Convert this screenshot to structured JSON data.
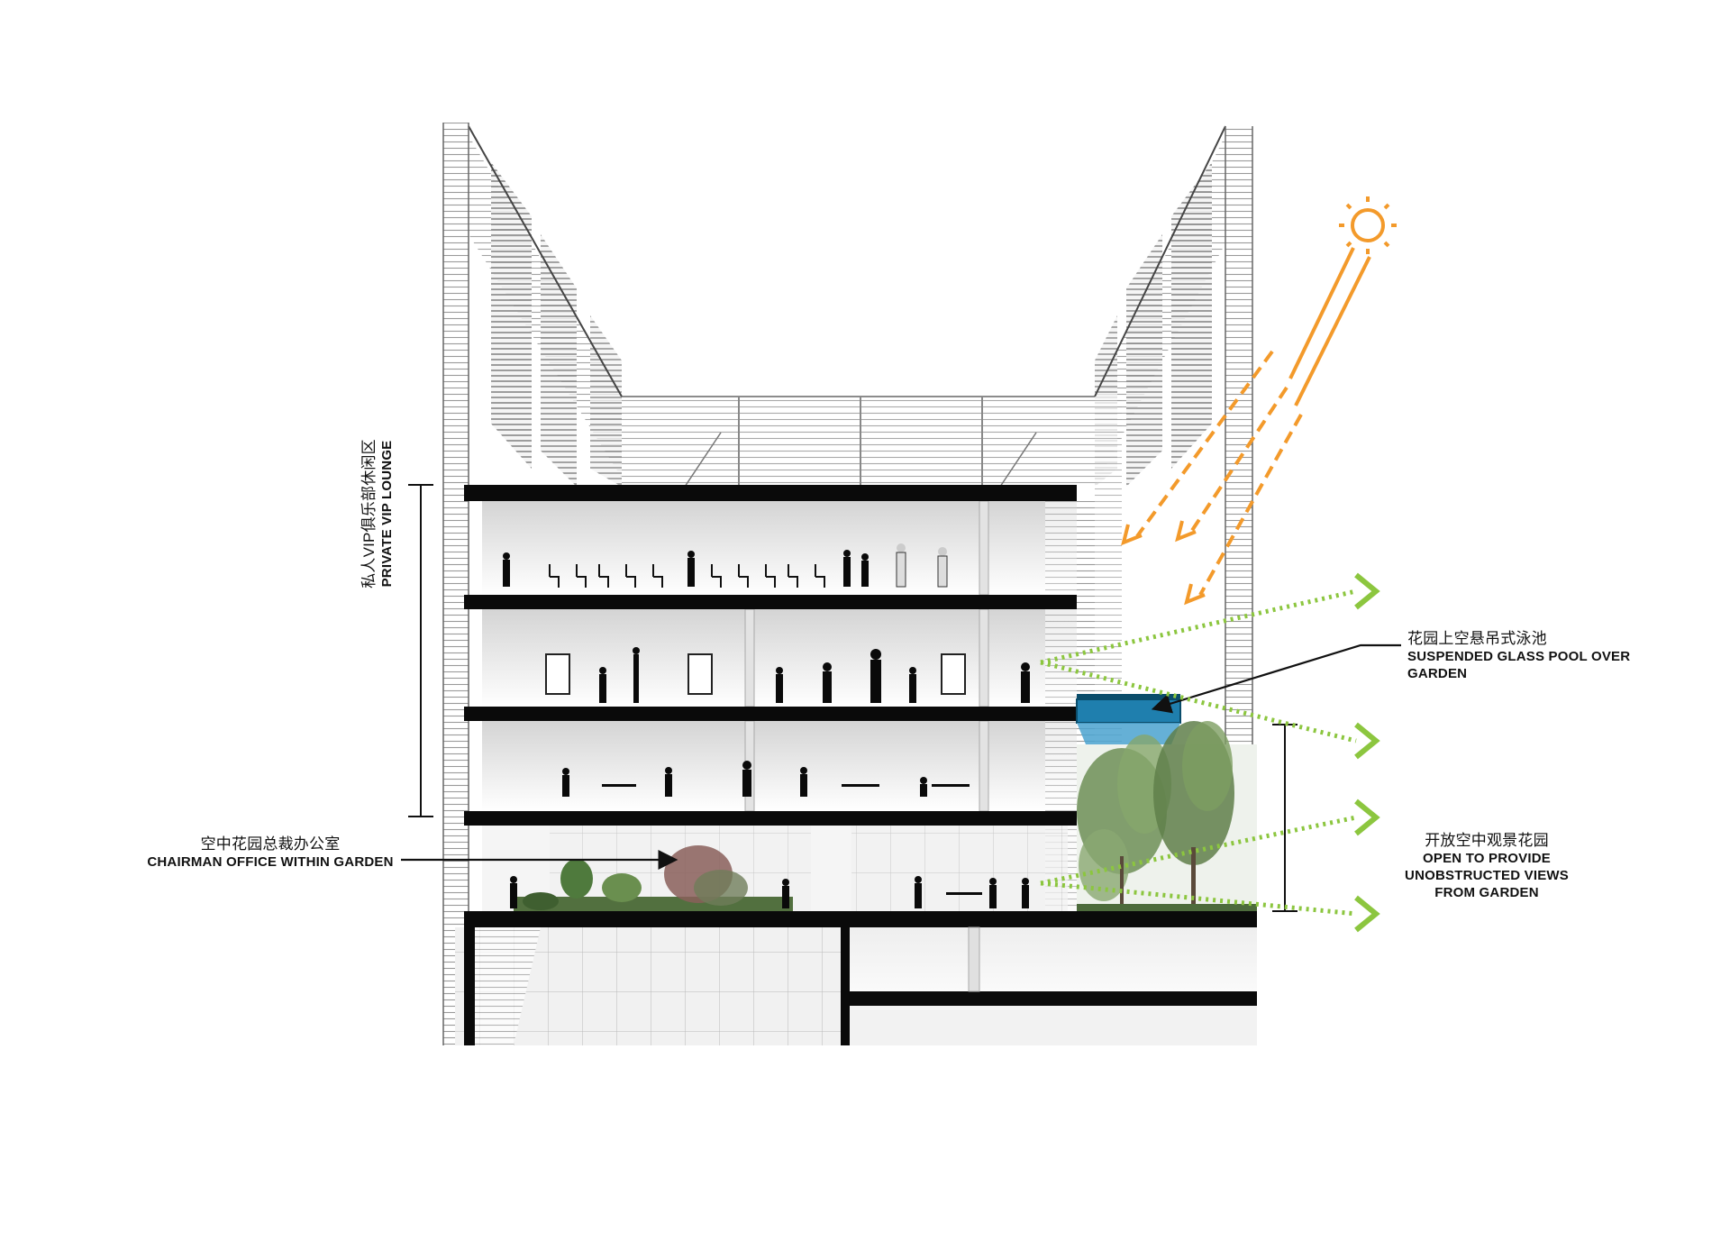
{
  "labels": {
    "vip_lounge": {
      "cn": "私人VIP俱乐部休闲区",
      "en": "PRIVATE VIP LOUNGE"
    },
    "chairman_office": {
      "cn": "空中花园总裁办公室",
      "en": "CHAIRMAN OFFICE WITHIN GARDEN"
    },
    "glass_pool": {
      "cn": "花园上空悬吊式泳池",
      "en_line1": "SUSPENDED GLASS POOL OVER",
      "en_line2": "GARDEN"
    },
    "open_views": {
      "cn": "开放空中观景花园",
      "en_line1": "OPEN TO PROVIDE",
      "en_line2": "UNOBSTRUCTED VIEWS",
      "en_line3": "FROM GARDEN"
    }
  },
  "icons": {
    "sun": "sun-icon",
    "light_rays": "dashed-arrow-icon",
    "view_arrows": "dotted-arrow-icon"
  },
  "colors": {
    "sun": "#f39a2b",
    "view_arrows": "#8cc63f",
    "pool": "#1f7fae",
    "slab": "#0a0a0a",
    "foliage": "#5f7f4a"
  }
}
